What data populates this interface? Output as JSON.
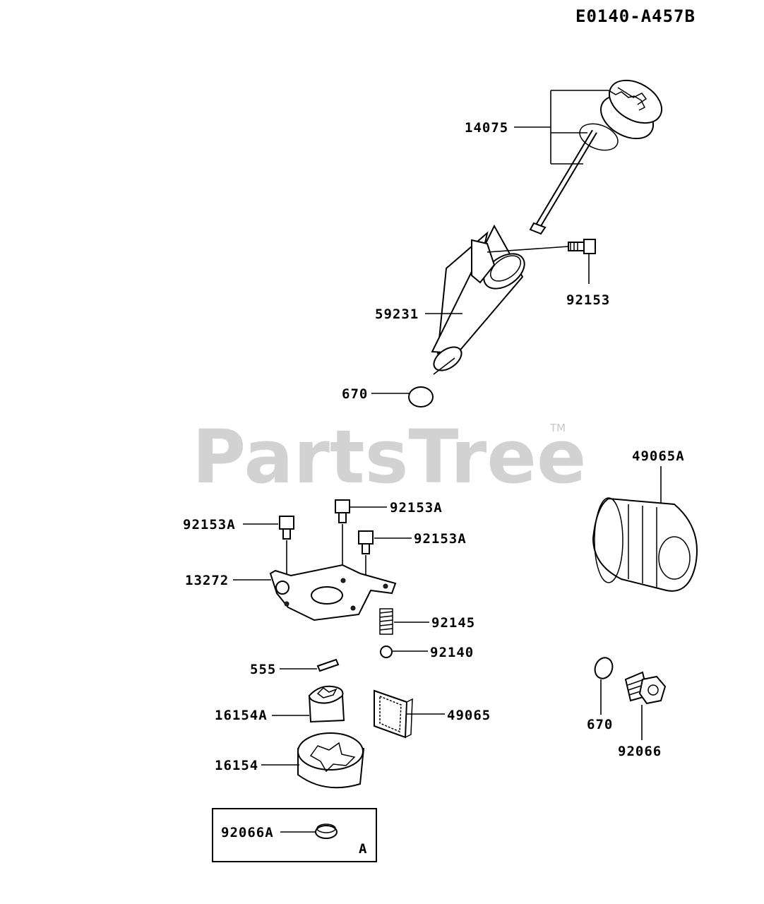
{
  "diagram_code": "E0140-A457B",
  "watermark": {
    "text": "PartsTree",
    "trademark": "TM"
  },
  "callouts": {
    "oil_cap_dipstick": "14075",
    "bolt_tube": "92153",
    "filler_tube": "59231",
    "o_ring_tube": "670",
    "oil_filter": "49065A",
    "bolt_1": "92153A",
    "bolt_2": "92153A",
    "bolt_3": "92153A",
    "plate": "13272",
    "spring": "92145",
    "ball": "92140",
    "pin": "555",
    "inner_rotor": "16154A",
    "screen": "49065",
    "outer_rotor": "16154",
    "o_ring_drain": "670",
    "drain_plug": "92066",
    "inset_part": "92066A",
    "inset_mark": "A"
  }
}
